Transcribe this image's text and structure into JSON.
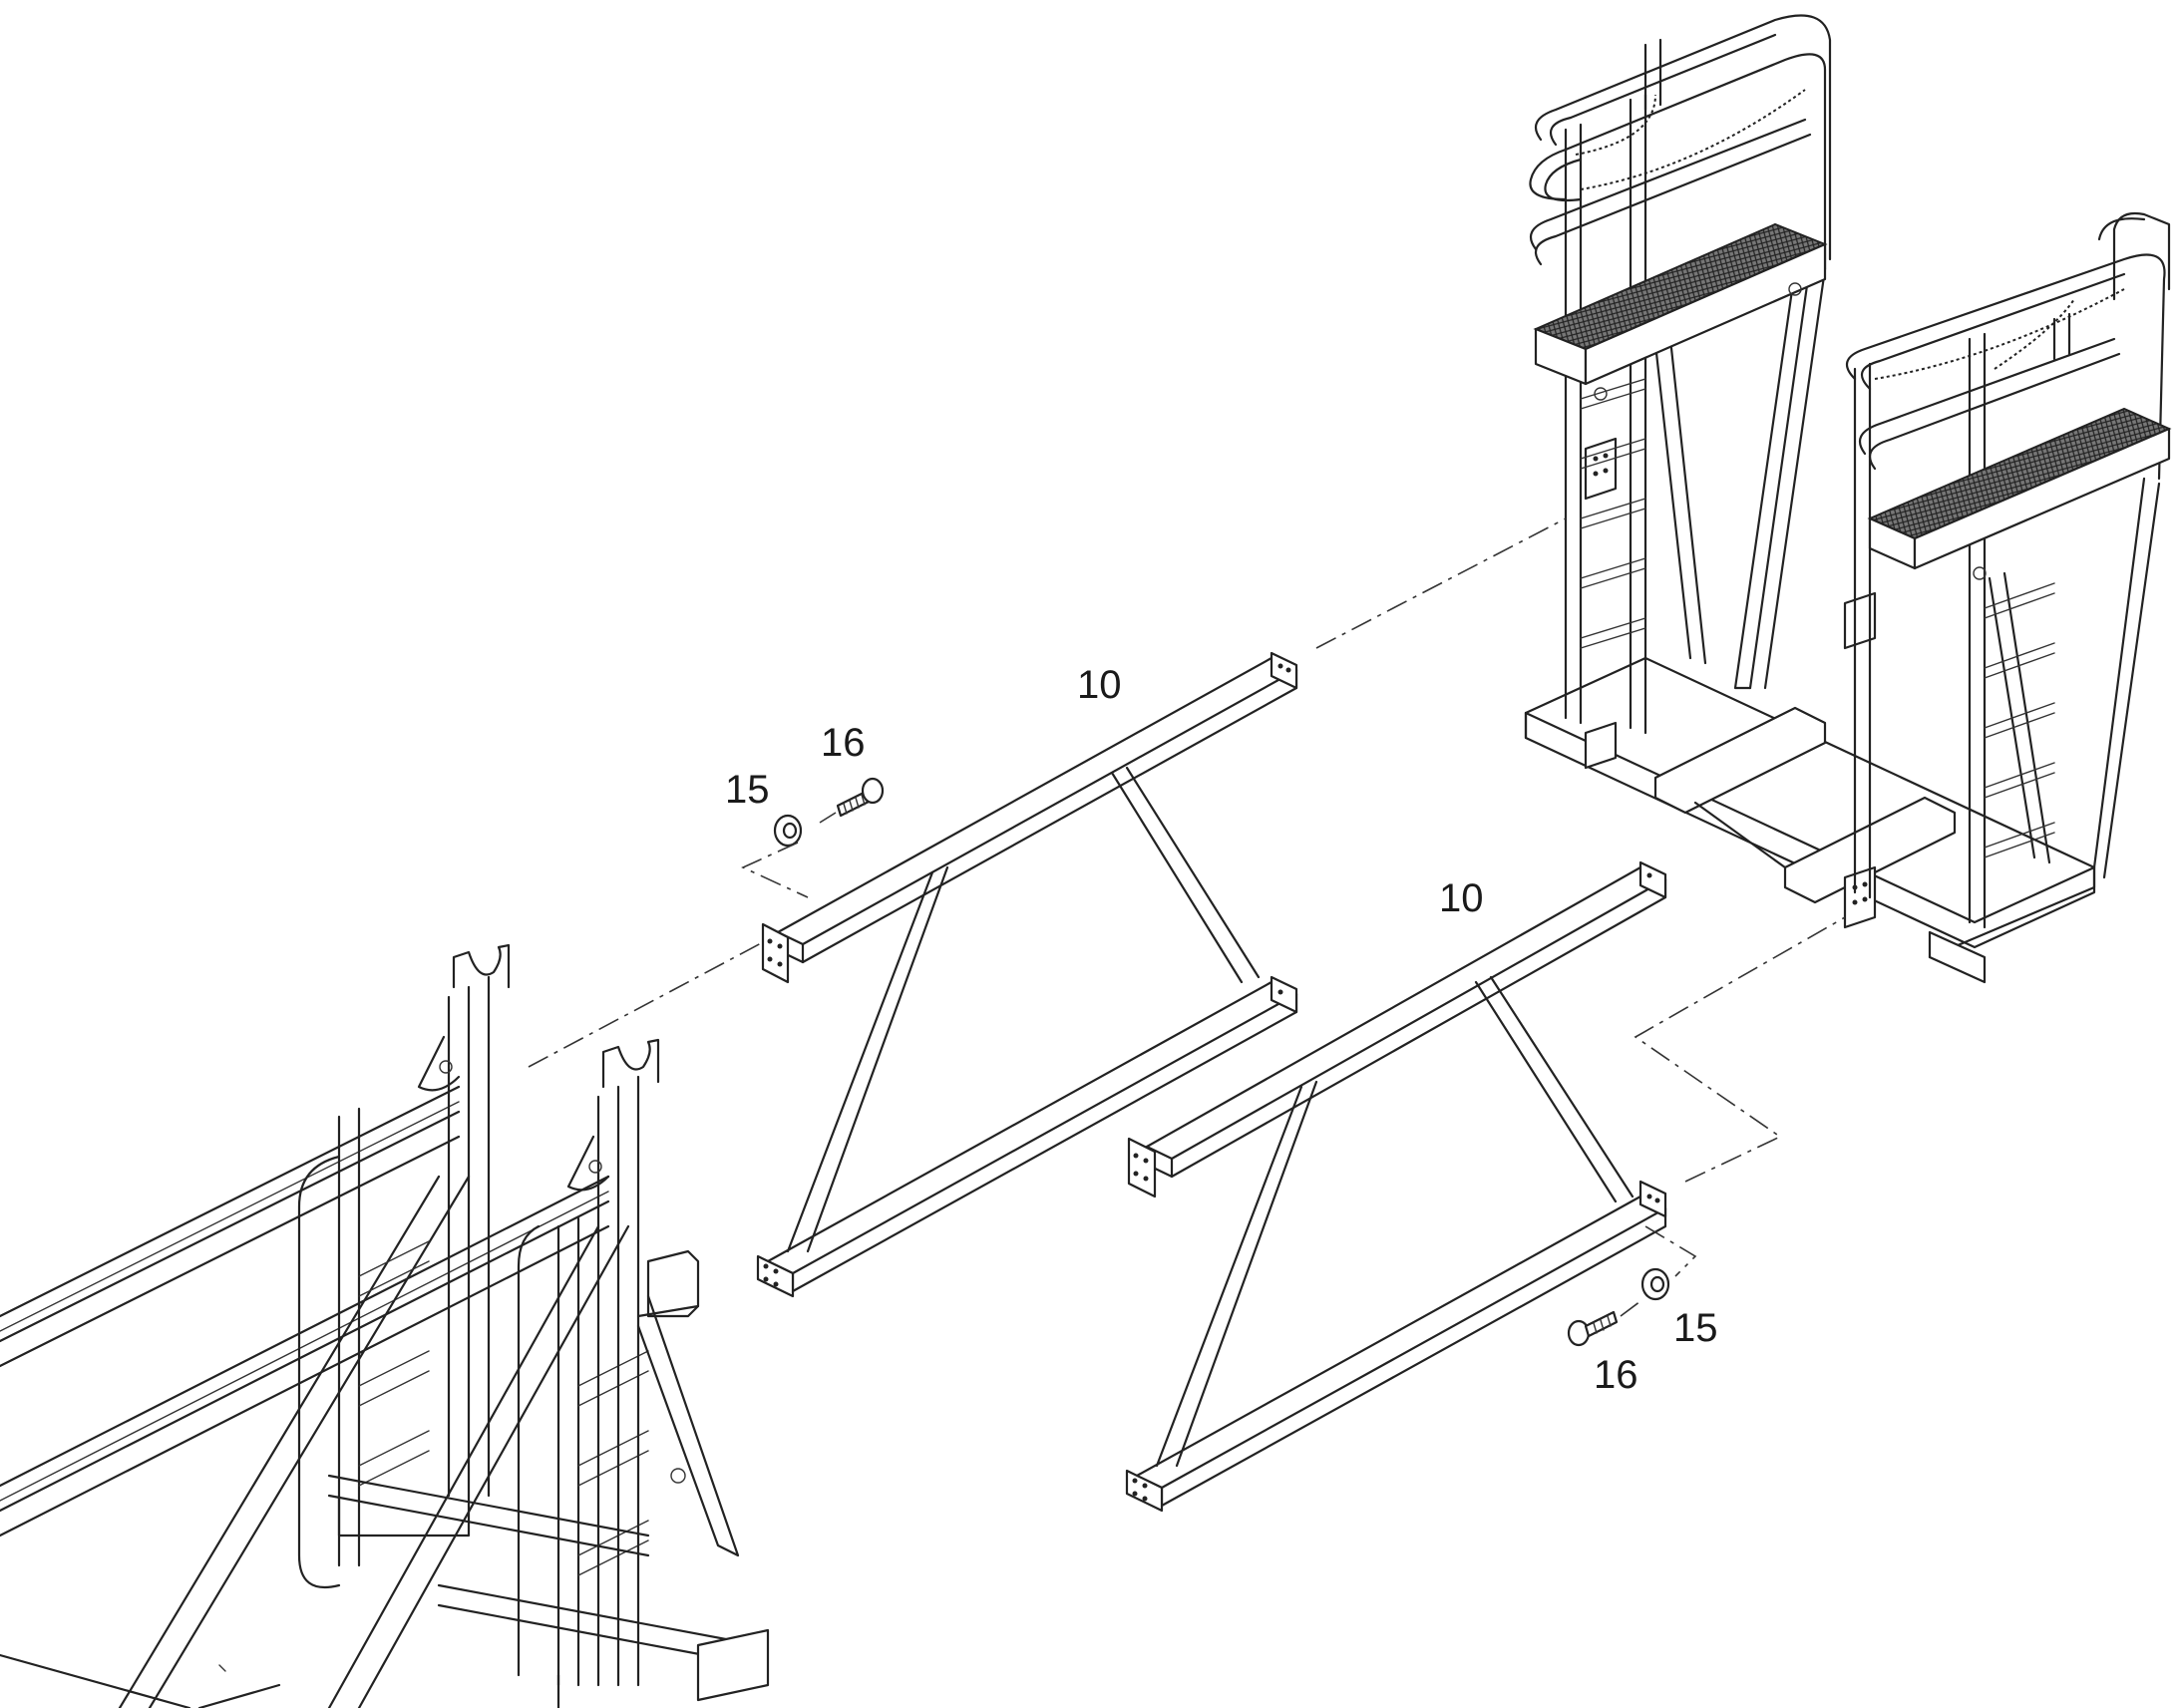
{
  "callouts": {
    "beam_upper": "10",
    "beam_lower": "10",
    "washer_left": "15",
    "bolt_left": "16",
    "washer_right": "15",
    "bolt_right": "16"
  },
  "colors": {
    "line": "#222222",
    "background": "#ffffff"
  }
}
